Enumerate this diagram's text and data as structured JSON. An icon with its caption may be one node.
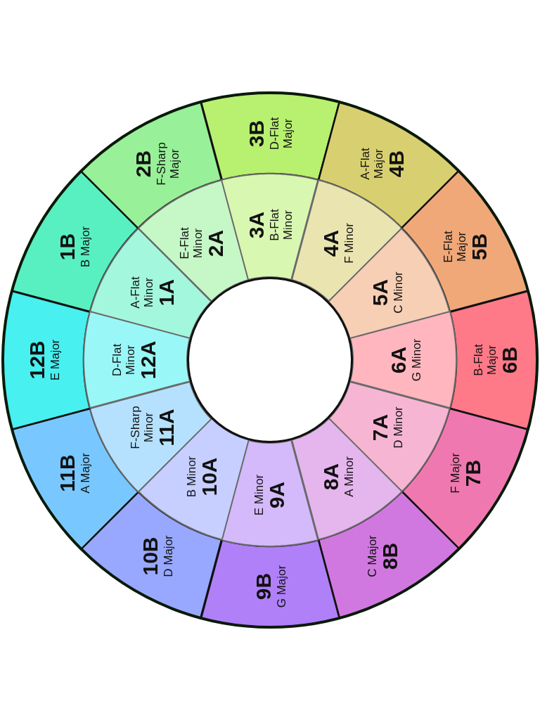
{
  "diagram": {
    "nodes": [
      {
        "text": [
          "1B",
          "B Major"
        ]
      },
      {
        "text": [
          "1A",
          "A-Flat Minor"
        ]
      },
      {
        "text": [
          "2B",
          "F-Sharp Major"
        ]
      },
      {
        "text": [
          "2A",
          "E-Flat Minor"
        ]
      },
      {
        "text": [
          "3B",
          "D-Flat Major"
        ]
      },
      {
        "text": [
          "3A",
          "B-Flat Minor"
        ]
      },
      {
        "text": [
          "4B",
          "A-Flat Major"
        ]
      },
      {
        "text": [
          "4A",
          "F Minor"
        ]
      },
      {
        "text": [
          "5B",
          "E-Flat Major"
        ]
      },
      {
        "text": [
          "5A",
          "C Minor"
        ]
      },
      {
        "text": [
          "6B",
          "B-Flat Major"
        ]
      },
      {
        "text": [
          "6A",
          "G Minor"
        ]
      },
      {
        "text": [
          "7B",
          "F Major"
        ]
      },
      {
        "text": [
          "7A",
          "D Minor"
        ]
      },
      {
        "text": [
          "8B",
          "C Major"
        ]
      },
      {
        "text": [
          "8A",
          "A Minor"
        ]
      },
      {
        "text": [
          "9B",
          "G Major"
        ]
      },
      {
        "text": [
          "9A",
          "E Minor"
        ]
      },
      {
        "text": [
          "10B",
          "D Major"
        ]
      },
      {
        "text": [
          "10A",
          "B Minor"
        ]
      },
      {
        "text": [
          "11B",
          "A Major"
        ]
      },
      {
        "text": [
          "11A",
          "F-Sharp Minor"
        ]
      },
      {
        "text": [
          "12B",
          "E Major"
        ]
      },
      {
        "text": [
          "12A",
          "D-Flat Minor"
        ]
      },
      {
        "text": [],
        "shape": "circle"
      }
    ]
  }
}
